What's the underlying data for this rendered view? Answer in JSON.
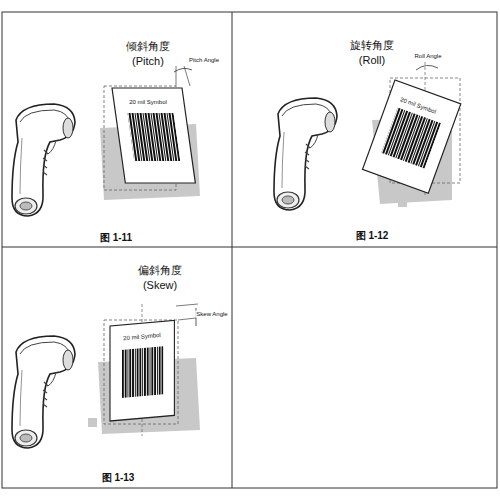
{
  "diagram": {
    "labels": [
      "倾斜角度",
      "(Pitch)",
      "Pitch Angle",
      "20 mil Symbol",
      "图 1-11",
      "旋转角度",
      "(Roll)",
      "Roll Angle",
      "20 mil Symbol",
      "图 1-12",
      "偏斜角度",
      "(Skew)",
      "Skew Angle",
      "20 mil Symbol",
      "图 1-13"
    ]
  }
}
